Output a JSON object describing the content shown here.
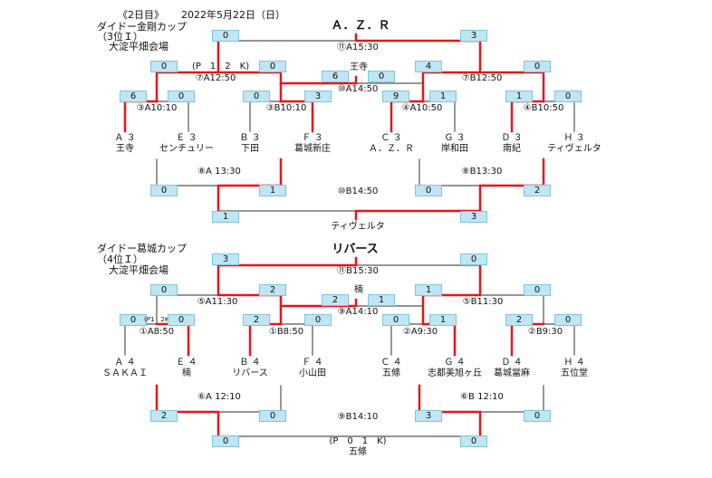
{
  "header": {
    "day": "《2日目》",
    "date": "2022年5月22日（日）"
  },
  "brackets": [
    {
      "cup": "ダイドー金剛カップ",
      "rank": "（3位Ｉ）",
      "venue": "大淀平畑会場",
      "champion": "Ａ．Ｚ．Ｒ",
      "teams": [
        {
          "code": "Ａ ３",
          "name": "王寺"
        },
        {
          "code": "Ｅ ３",
          "name": "センチュリー"
        },
        {
          "code": "Ｂ ３",
          "name": "下田"
        },
        {
          "code": "Ｆ ３",
          "name": "葛城新庄"
        },
        {
          "code": "Ｃ ３",
          "name": "Ａ．Ｚ．Ｒ"
        },
        {
          "code": "Ｇ ３",
          "name": "岸和田"
        },
        {
          "code": "Ｄ ３",
          "name": "南紀"
        },
        {
          "code": "Ｈ ３",
          "name": "ティヴェルタ"
        }
      ],
      "matches": [
        {
          "label": "③A10:10",
          "s1": "6",
          "s2": "0"
        },
        {
          "label": "③B10:10",
          "s1": "0",
          "s2": "3"
        },
        {
          "label": "④A10:50",
          "s1": "9",
          "s2": "1"
        },
        {
          "label": "④B10:50",
          "s1": "1",
          "s2": "0"
        },
        {
          "label": "⑦A12:50",
          "s1": "0",
          "s2": "0"
        },
        {
          "label": "⑦B12:50",
          "s1": "4",
          "s2": "0"
        },
        {
          "label": "⑪A15:30",
          "s1": "0",
          "s2": "3"
        },
        {
          "label": "⑩A14:50",
          "s1": "6",
          "s2": "0"
        },
        {
          "label": "⑧A 13:30",
          "s1": "0",
          "s2": "1"
        },
        {
          "label": "⑧B13:30",
          "s1": "0",
          "s2": "2"
        },
        {
          "label": "⑩B14:50",
          "s1": "1",
          "s2": "3"
        }
      ],
      "pk_note": "(P　1　2　K)",
      "third_winner": "王寺",
      "consolation_winner": "ティヴェルタ"
    },
    {
      "cup": "ダイドー葛城カップ",
      "rank": "（4位Ｉ）",
      "venue": "大淀平畑会場",
      "champion": "リバース",
      "teams": [
        {
          "code": "Ａ ４",
          "name": "ＳＡＫＡＩ"
        },
        {
          "code": "Ｅ ４",
          "name": "楠"
        },
        {
          "code": "Ｂ ４",
          "name": "リバース"
        },
        {
          "code": "Ｆ ４",
          "name": "小山田"
        },
        {
          "code": "Ｃ ４",
          "name": "五條"
        },
        {
          "code": "Ｇ ４",
          "name": "志都美旭ヶ丘"
        },
        {
          "code": "Ｄ ４",
          "name": "葛城當麻"
        },
        {
          "code": "Ｈ ４",
          "name": "五位堂"
        }
      ],
      "matches": [
        {
          "label": "①A8:50",
          "s1": "0",
          "s2": "0"
        },
        {
          "label": "①B8:50",
          "s1": "2",
          "s2": "0"
        },
        {
          "label": "②A9:30",
          "s1": "0",
          "s2": "1"
        },
        {
          "label": "②B9:30",
          "s1": "2",
          "s2": "0"
        },
        {
          "label": "⑤A11:30",
          "s1": "0",
          "s2": "2"
        },
        {
          "label": "⑤B11:30",
          "s1": "1",
          "s2": "0"
        },
        {
          "label": "⑪B15:30",
          "s1": "3",
          "s2": "0"
        },
        {
          "label": "⑨A14:10",
          "s1": "2",
          "s2": "1"
        },
        {
          "label": "⑥A 12:10",
          "s1": "2",
          "s2": "0"
        },
        {
          "label": "⑥B 12:10",
          "s1": "3",
          "s2": "0"
        },
        {
          "label": "⑨B14:10",
          "s1": "0",
          "s2": "0"
        }
      ],
      "pk_note": "(P1　2K)",
      "third_winner": "楠",
      "consolation_winner": "五條",
      "consolation_pk": "(P　0　1　K)"
    }
  ],
  "colors": {
    "winner_line": "#e8141a",
    "normal_line": "#555555",
    "score_fill": "#bfe6f2"
  }
}
